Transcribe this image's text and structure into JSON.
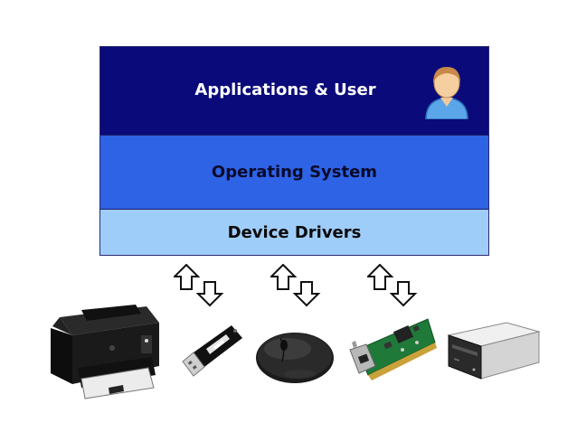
{
  "layers": {
    "applications": "Applications & User",
    "operating_system": "Operating System",
    "device_drivers": "Device Drivers"
  },
  "colors": {
    "applications_bg": "#0a0a7a",
    "os_bg": "#2e63e6",
    "drivers_bg": "#9fcdfa"
  },
  "icons": [
    "user-icon",
    "bidirectional-arrows-icon",
    "printer-icon",
    "usb-flash-drive-icon",
    "mouse-icon",
    "network-card-icon",
    "optical-drive-icon"
  ]
}
